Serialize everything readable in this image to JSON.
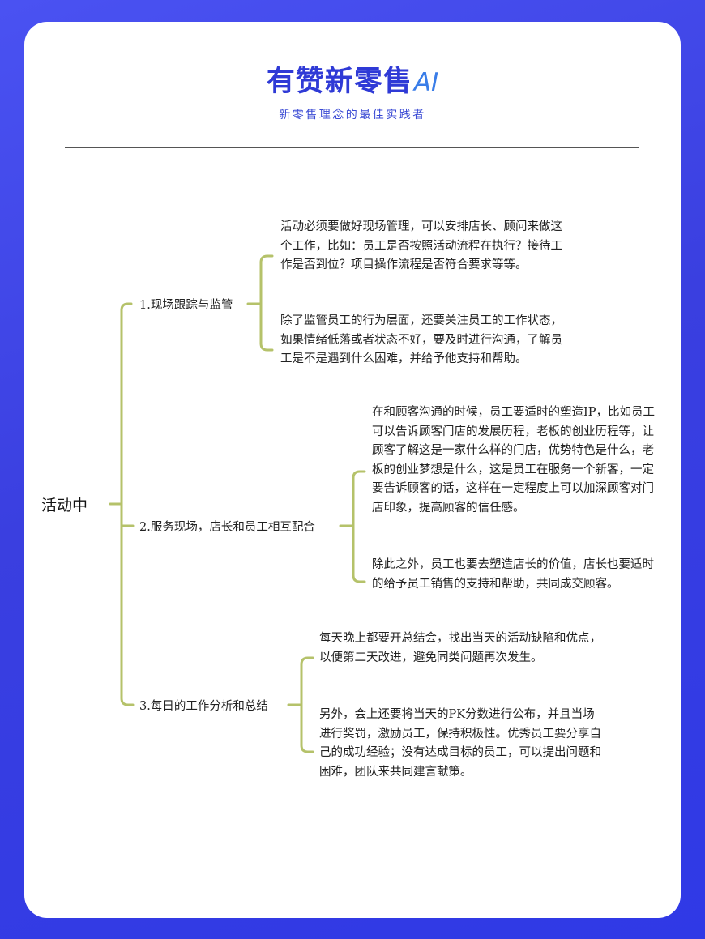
{
  "brand": {
    "title": "有赞新零售",
    "ai": "AI",
    "subtitle": "新零售理念的最佳实践者"
  },
  "mindmap": {
    "root": "活动中",
    "branches": [
      {
        "label": "1.现场跟踪与监管",
        "leaves": [
          "活动必须要做好现场管理，可以安排店长、顾问来做这个工作，比如：员工是否按照活动流程在执行？接待工作是否到位？项目操作流程是否符合要求等等。",
          "除了监管员工的行为层面，还要关注员工的工作状态，如果情绪低落或者状态不好，要及时进行沟通，了解员工是不是遇到什么困难，并给予他支持和帮助。"
        ]
      },
      {
        "label": "2.服务现场，店长和员工相互配合",
        "leaves": [
          "在和顾客沟通的时候，员工要适时的塑造IP，比如员工可以告诉顾客门店的发展历程，老板的创业历程等，让顾客了解这是一家什么样的门店，优势特色是什么，老板的创业梦想是什么，这是员工在服务一个新客，一定要告诉顾客的话，这样在一定程度上可以加深顾客对门店印象，提高顾客的信任感。",
          "除此之外，员工也要去塑造店长的价值，店长也要适时的给予员工销售的支持和帮助，共同成交顾客。"
        ]
      },
      {
        "label": "3.每日的工作分析和总结",
        "leaves": [
          "每天晚上都要开总结会，找出当天的活动缺陷和优点，以便第二天改进，避免同类问题再次发生。",
          "另外，会上还要将当天的PK分数进行公布，并且当场进行奖罚，激励员工，保持积极性。优秀员工要分享自己的成功经验；没有达成目标的员工，可以提出问题和困难，团队来共同建言献策。"
        ]
      }
    ]
  },
  "colors": {
    "background": "#3a3fe0",
    "card": "#ffffff",
    "brand": "#2f3ad6",
    "connector": "#b5c26a"
  }
}
